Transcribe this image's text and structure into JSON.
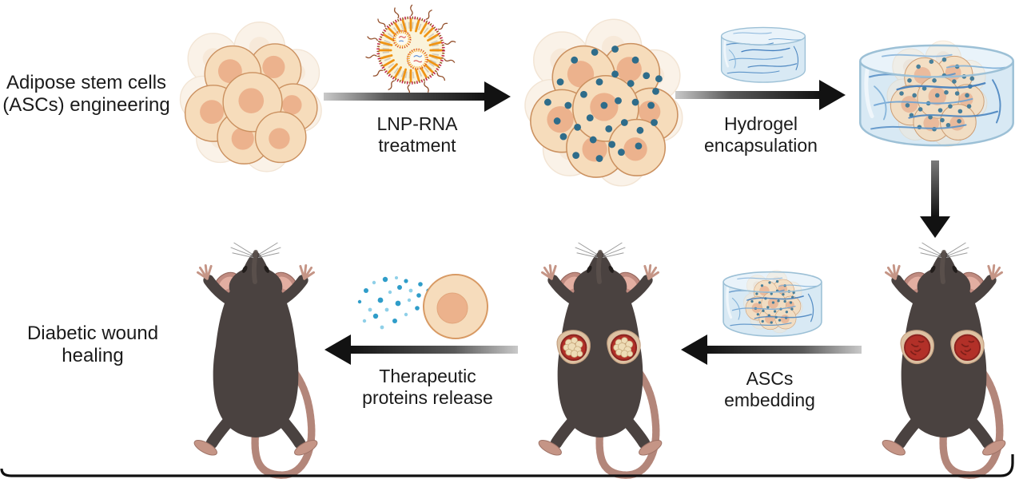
{
  "diagram": {
    "row1_label": {
      "lines": [
        "Adipose stem cells",
        "(ASCs) engineering"
      ]
    },
    "row2_label": {
      "lines": [
        "Diabetic wound",
        "healing"
      ]
    },
    "arrows": {
      "lnp_treatment": {
        "lines": [
          "LNP-RNA",
          "treatment"
        ],
        "direction": "right"
      },
      "hydrogel_encapsulation": {
        "lines": [
          "Hydrogel",
          "encapsulation"
        ],
        "direction": "right"
      },
      "to_mouse": {
        "direction": "down"
      },
      "ascs_embedding": {
        "lines": [
          "ASCs",
          "embedding"
        ],
        "direction": "left"
      },
      "protein_release": {
        "lines": [
          "Therapeutic",
          "proteins release"
        ],
        "direction": "left"
      }
    },
    "icons": {
      "asc_cluster": "asc-cell-cluster",
      "lnp_particle": "lnp-rna-nanoparticle",
      "transfected_cluster": "asc-cluster-with-lnp-rna",
      "hydrogel_disc": "hydrogel-disc",
      "hydrogel_asc_disc": "hydrogel-with-ascs-disc",
      "wounded_mouse": "mouse-with-wounds",
      "treated_mouse": "mouse-with-embedded-hydrogel",
      "healed_mouse": "mouse-healed",
      "secreting_cell": "asc-releasing-proteins"
    },
    "colors": {
      "cell_fill": "#f6dcbb",
      "cell_border": "#cb9160",
      "nucleus": "#ecb28d",
      "lnp_dot_teal": "#2e6c8a",
      "hydrogel_fill": "#d8e9f4",
      "fiber_blue": "#4c86c0",
      "mouse_body": "#4a4240",
      "mouse_pink": "#c59586",
      "wound_red": "#b23028",
      "arrow": "#121212",
      "protein_blue": "#2f9dc9"
    }
  }
}
